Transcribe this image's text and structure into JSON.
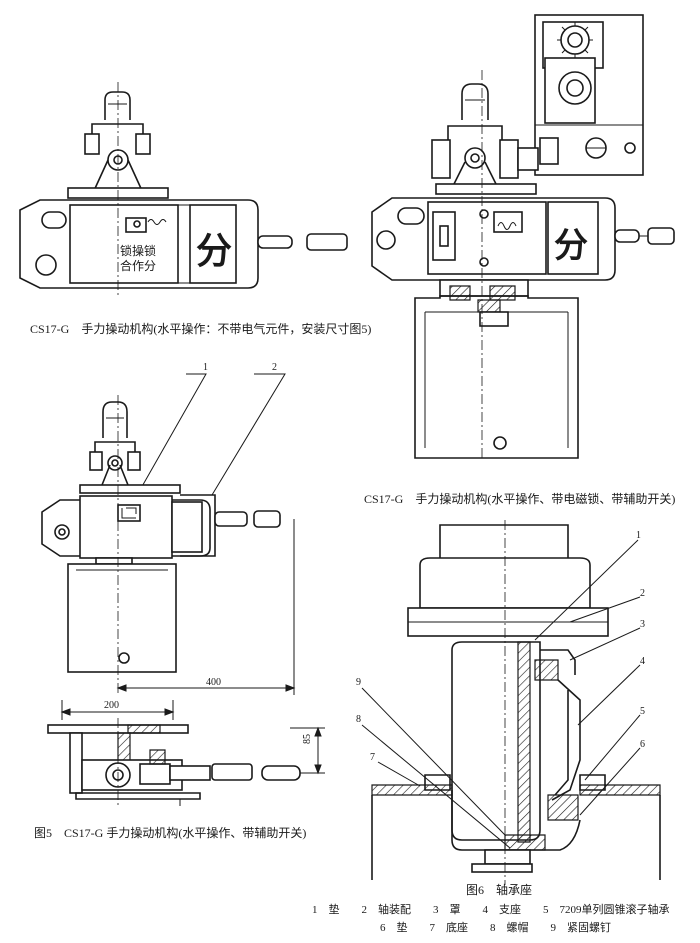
{
  "figures": {
    "top_left": {
      "caption": "CS17-G　手力操动机构(水平操作：不带电气元件，安装尺寸图5)",
      "panel_glyph": "分",
      "panel_text_line1": "锁操锁",
      "panel_text_line2": "合作分"
    },
    "top_right": {
      "caption": "CS17-G　手力操动机构(水平操作、带电磁锁、带辅助开关)",
      "panel_glyph": "分"
    },
    "fig5": {
      "caption": "图5　CS17-G 手力操动机构(水平操作、带辅助开关)",
      "callouts": [
        "1",
        "2"
      ],
      "dim_400": "400",
      "dim_200": "200",
      "dim_85": "85"
    },
    "fig6": {
      "title": "图6　轴承座",
      "callouts": [
        "1",
        "2",
        "3",
        "4",
        "5",
        "6",
        "7",
        "8",
        "9"
      ],
      "legend_row1": "1　垫　　2　轴装配　　3　罩　　4　支座　　5　7209单列圆锥滚子轴承",
      "legend_row2": "6　垫　　7　底座　　8　螺帽　　9　紧固螺钉"
    }
  }
}
